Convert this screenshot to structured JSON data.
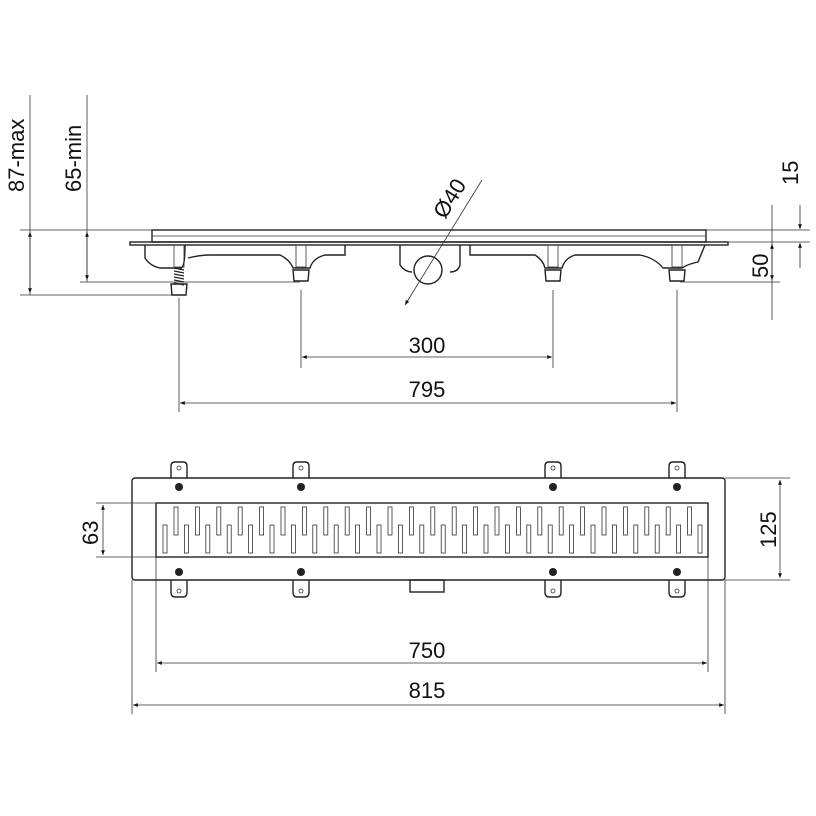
{
  "drawing": {
    "side_view": {
      "height_max": "87-max",
      "height_min": "65-min",
      "outlet_diameter": "Ø40",
      "frame_height": "15",
      "body_height": "50",
      "leg_spacing_inner": "300",
      "leg_spacing_outer": "795"
    },
    "top_view": {
      "grate_width": "63",
      "frame_width": "125",
      "grate_length": "750",
      "frame_length": "815"
    },
    "colors": {
      "line": "#222222",
      "background": "#ffffff"
    }
  }
}
